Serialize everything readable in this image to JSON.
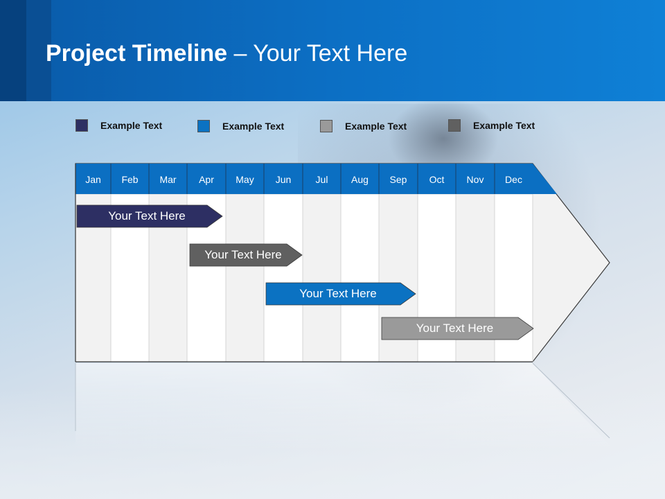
{
  "title": {
    "bold": "Project Timeline",
    "rest": " – Your Text Here"
  },
  "legend": [
    {
      "label": "Example Text",
      "color": "#2d2f63"
    },
    {
      "label": "Example Text",
      "color": "#0b72c2"
    },
    {
      "label": "Example Text",
      "color": "#9a9a9a"
    },
    {
      "label": "Example Text",
      "color": "#606060"
    }
  ],
  "months": [
    "Jan",
    "Feb",
    "Mar",
    "Apr",
    "May",
    "Jun",
    "Jul",
    "Aug",
    "Sep",
    "Oct",
    "Nov",
    "Dec"
  ],
  "tasks": [
    {
      "label": "Your  Text Here",
      "color": "#2d2f63",
      "start": "Jan",
      "end": "Apr"
    },
    {
      "label": "Your  Text Here",
      "color": "#606060",
      "start": "Apr",
      "end": "Jun"
    },
    {
      "label": "Your  Text Here",
      "color": "#0b72c2",
      "start": "Jun",
      "end": "Sep"
    },
    {
      "label": "Your  Text Here",
      "color": "#9a9a9a",
      "start": "Sep",
      "end": "Dec"
    }
  ],
  "colors": {
    "header_blue": "#0b6fc2",
    "column_light": "#f2f2f2",
    "column_white": "#ffffff"
  }
}
